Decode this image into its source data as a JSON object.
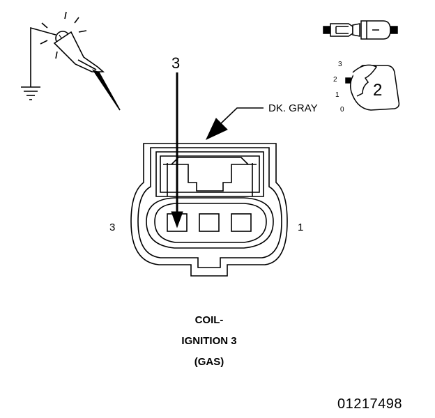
{
  "probe_pin_label": "3",
  "wire_color_label": "DK. GRAY",
  "cavity_labels": {
    "left": "3",
    "right": "1"
  },
  "connector_title": [
    "COIL-",
    "IGNITION 3",
    "(GAS)"
  ],
  "figure_number": "01217498",
  "test_dial": {
    "scale": [
      "3",
      "2",
      "1",
      "0"
    ],
    "value": "2"
  },
  "icons": [
    "test-light-probe-icon",
    "ground-symbol-icon",
    "inline-connector-icon",
    "test-dial-icon",
    "connector-face-icon"
  ]
}
